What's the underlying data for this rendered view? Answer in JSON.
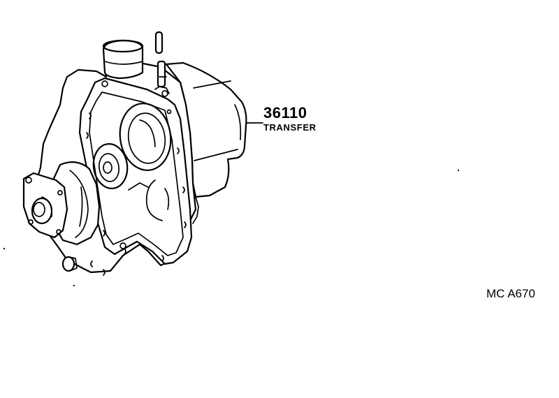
{
  "diagram": {
    "type": "parts-catalog-illustration",
    "subject": "transfer case assembly",
    "callouts": [
      {
        "part_number": "36110",
        "part_name": "TRANSFER"
      }
    ],
    "reference_code": "MC A670",
    "colors": {
      "ink": "#000000",
      "background": "#ffffff"
    }
  }
}
